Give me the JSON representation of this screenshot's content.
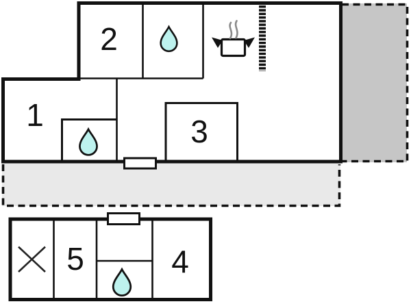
{
  "plan": {
    "rooms": [
      {
        "id": "room-1",
        "label": "1"
      },
      {
        "id": "room-2",
        "label": "2"
      },
      {
        "id": "room-3",
        "label": "3"
      },
      {
        "id": "room-4",
        "label": "4"
      },
      {
        "id": "room-5",
        "label": "5"
      }
    ],
    "icons": [
      {
        "name": "water-drop-icon",
        "location": "upper-bathroom"
      },
      {
        "name": "water-drop-icon",
        "location": "room-1-bathroom"
      },
      {
        "name": "water-drop-icon",
        "location": "annex-bathroom"
      },
      {
        "name": "cooking-pot-icon",
        "location": "kitchen"
      },
      {
        "name": "steam-icon",
        "location": "kitchen"
      },
      {
        "name": "stairs-dashed-icon",
        "location": "kitchen-area"
      },
      {
        "name": "crossed-box-icon",
        "location": "annex-left-cell"
      },
      {
        "name": "window-marker",
        "location": "main-building-south-wall"
      },
      {
        "name": "window-marker",
        "location": "annex-north-wall"
      }
    ],
    "colors": {
      "wall": "#111111",
      "water": "#bdf2ee",
      "patio": "#c6c6c6",
      "terrace": "#e9e9e9",
      "steam": "#8a8a8a",
      "background": "#ffffff"
    }
  }
}
